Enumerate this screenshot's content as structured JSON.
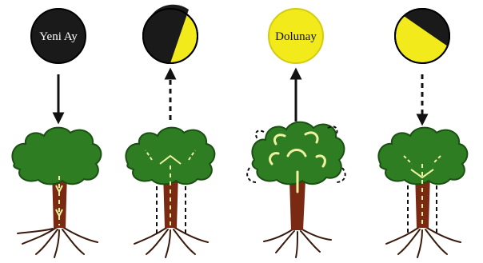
{
  "colors": {
    "moon_dark": "#1a1a1a",
    "moon_light": "#f2ea1b",
    "trunk": "#7a2a12",
    "canopy": "#2e7d22",
    "canopy_edge": "#1b4f14",
    "sap_flow": "#eef2a0",
    "arrow": "#111111"
  },
  "panels": [
    {
      "moon_phase": "new-moon",
      "moon_label": "Yeni Ay",
      "arrow_direction": "down",
      "arrow_style": "solid"
    },
    {
      "moon_phase": "waxing-half-moon",
      "moon_label": "",
      "arrow_direction": "up",
      "arrow_style": "dashed"
    },
    {
      "moon_phase": "full-moon",
      "moon_label": "Dolunay",
      "arrow_direction": "up",
      "arrow_style": "solid"
    },
    {
      "moon_phase": "waning-half-moon",
      "moon_label": "",
      "arrow_direction": "down",
      "arrow_style": "dashed"
    }
  ]
}
